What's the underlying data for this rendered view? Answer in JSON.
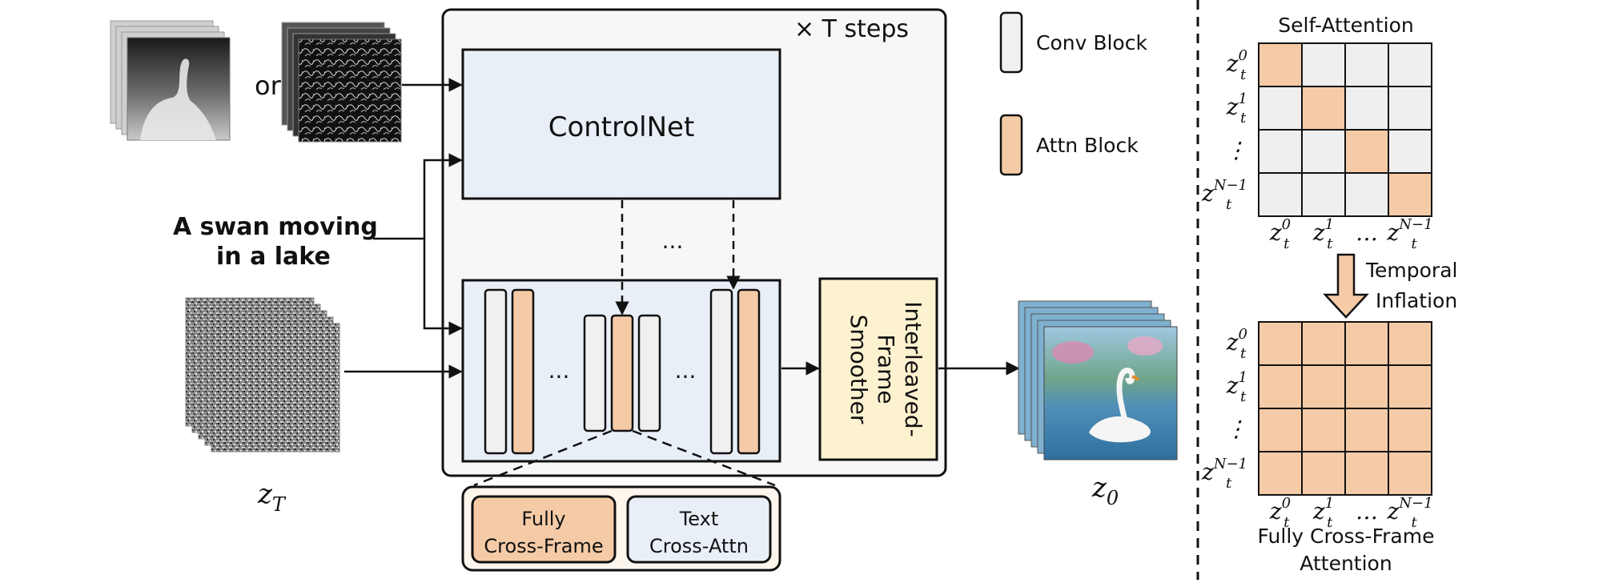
{
  "main": {
    "steps_label": "× T steps",
    "or_label": "or",
    "prompt_line1": "A swan moving",
    "prompt_line2": "in a lake",
    "controlnet_label": "ControlNet",
    "dots": "...",
    "smoother_line1": "Interleaved-",
    "smoother_line2": "Frame",
    "smoother_line3": "Smoother",
    "noise_label_base": "z",
    "noise_label_sub": "T",
    "output_label_base": "z",
    "output_label_sub": "0",
    "attn_fully_line1": "Fully",
    "attn_fully_line2": "Cross-Frame",
    "attn_text_line1": "Text",
    "attn_text_line2": "Cross-Attn"
  },
  "legend": {
    "conv_label": "Conv Block",
    "attn_label": "Attn Block"
  },
  "right_panel": {
    "self_attention_title": "Self-Attention",
    "row_labels": [
      {
        "base": "z",
        "sub": "t",
        "sup": "0"
      },
      {
        "base": "z",
        "sub": "t",
        "sup": "1"
      },
      {
        "base": "⋮",
        "sub": "",
        "sup": ""
      },
      {
        "base": "z",
        "sub": "t",
        "sup": "N−1"
      }
    ],
    "col_labels": [
      {
        "base": "z",
        "sub": "t",
        "sup": "0"
      },
      {
        "base": "z",
        "sub": "t",
        "sup": "1"
      },
      {
        "base": "…",
        "sub": "",
        "sup": ""
      },
      {
        "base": "z",
        "sub": "t",
        "sup": "N−1"
      }
    ],
    "inflation_line1": "Temporal",
    "inflation_line2": "Inflation",
    "fully_title_line1": "Fully Cross-Frame",
    "fully_title_line2": "Attention"
  },
  "colors": {
    "attn": "#f5cba7",
    "conv": "#f0f0f0",
    "unet_bg": "#e9eff7",
    "controlnet_bg": "#e9eff7",
    "smoother_bg": "#fdf2cf",
    "outer_bg": "#f7f7f7",
    "attn_detail_bg": "#fdf6ec",
    "grid_empty": "#efefef"
  }
}
